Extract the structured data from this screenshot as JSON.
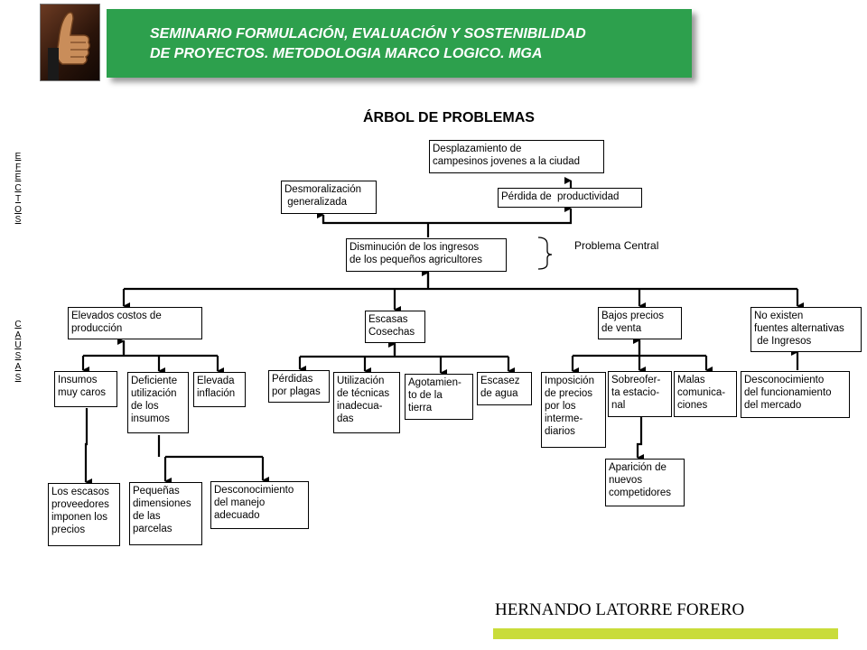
{
  "header": {
    "title_line1": "SEMINARIO FORMULACIÓN, EVALUACIÓN Y SOSTENIBILIDAD",
    "title_line2": "DE PROYECTOS. METODOLOGIA MARCO LOGICO. MGA",
    "banner_color": "#2da04d"
  },
  "logo": {
    "icon": "thumbs-up-icon"
  },
  "diagram": {
    "title": "ÁRBOL DE PROBLEMAS",
    "side_labels": {
      "effects": "EFECTOS",
      "causes": "CAUSAS"
    },
    "central_label": "Problema Central",
    "nodes": {
      "desplazamiento": "Desplazamiento de\ncampesinos jovenes a la ciudad",
      "desmoralizacion": "Desmoralización\n generalizada",
      "perdida_productividad": "Pérdida de  productividad",
      "disminucion_ingresos": "Disminución de los ingresos\nde los pequeños agricultores",
      "elevados_costos": "Elevados costos de\nproducción",
      "escasas_cosechas": "Escasas\nCosechas",
      "bajos_precios": "Bajos precios\nde venta",
      "no_fuentes": "No existen\nfuentes alternativas\n de Ingresos",
      "insumos_caros": "Insumos\nmuy caros",
      "deficiente_utilizacion": "Deficiente\nutilización\nde los\ninsumos",
      "elevada_inflacion": "Elevada\ninflación",
      "perdidas_plagas": "Pérdidas\npor plagas",
      "tecnicas_inadecuadas": "Utilización\nde técnicas\ninadecua-\ndas",
      "agotamiento_tierra": "Agotamien-\nto de la\ntierra",
      "escasez_agua": "Escasez\nde agua",
      "imposicion_precios": "Imposición\nde precios\npor los\ninterme-\ndiarios",
      "sobreoferta": "Sobreofer-\nta estacio-\nnal",
      "malas_comunicaciones": "Malas\ncomunica-\nciones",
      "desconocimiento_mercado": "Desconocimiento\ndel funcionamiento\ndel mercado",
      "pocos_proveedores": "Los escasos\nproveedores\nimponen los\nprecios",
      "pequenas_parcelas": "Pequeñas\ndimensiones\nde las\nparcelas",
      "desconocimiento_manejo": "Desconocimiento\ndel manejo\nadecuado",
      "nuevos_competidores": "Aparición de\nnuevos\ncompetidores"
    }
  },
  "footer": {
    "author": "HERNANDO LATORRE FORERO",
    "bar_color": "#c9dc3a"
  }
}
